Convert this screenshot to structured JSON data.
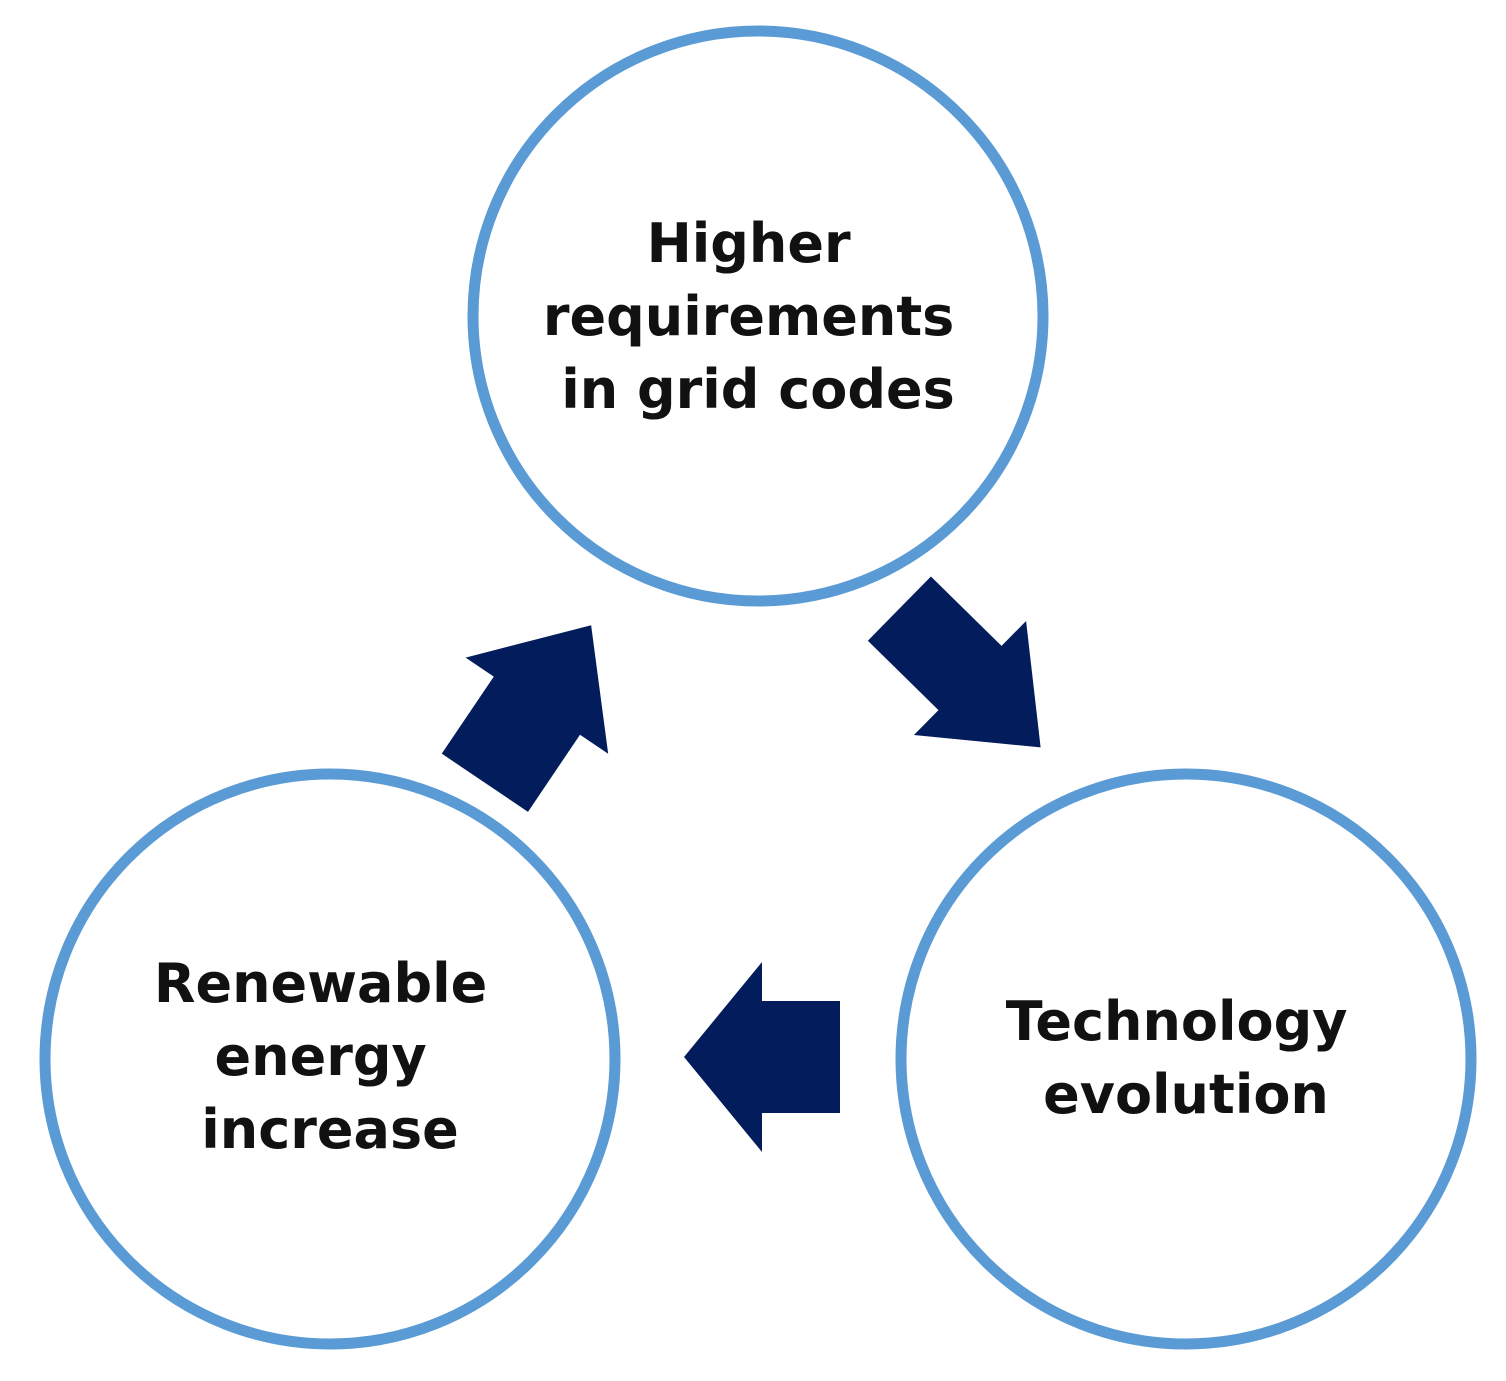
{
  "colors": {
    "circle_outline": "#5b9bd5",
    "arrow_fill": "#031d5c",
    "text": "#111111",
    "background": "#ffffff"
  },
  "nodes": {
    "top": {
      "lines": [
        "Higher",
        "requirements",
        "in grid codes"
      ]
    },
    "right": {
      "lines": [
        "Technology",
        "evolution"
      ]
    },
    "left": {
      "lines": [
        "Renewable",
        "energy",
        "increase"
      ]
    }
  },
  "flow": [
    {
      "from": "top",
      "to": "right",
      "icon": "arrow-icon"
    },
    {
      "from": "right",
      "to": "left",
      "icon": "arrow-icon"
    },
    {
      "from": "left",
      "to": "top",
      "icon": "arrow-icon"
    }
  ]
}
